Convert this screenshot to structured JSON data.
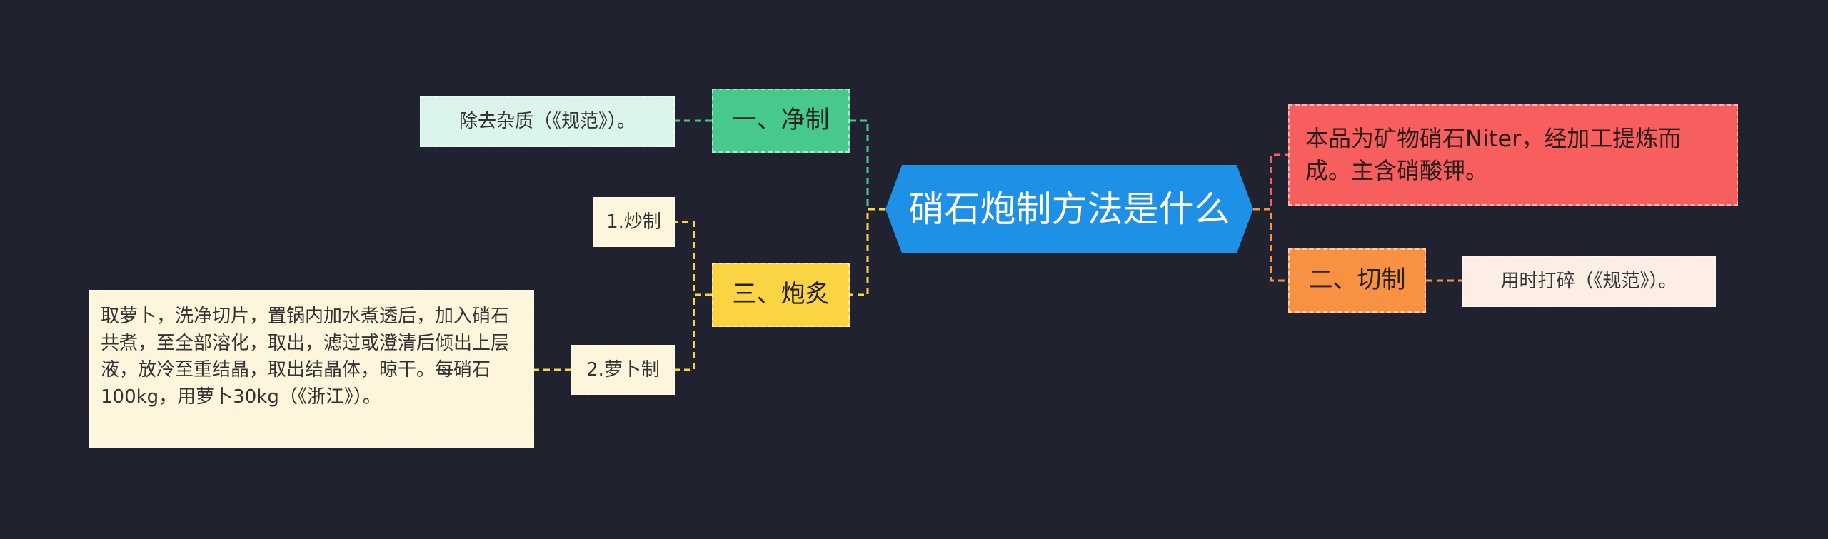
{
  "mindmap": {
    "root": "硝石炮制方法是什么",
    "description": "本品为矿物硝石Niter，经加工提炼而成。主含硝酸钾。",
    "branches": {
      "jingzhi": {
        "label": "一、净制",
        "detail": "除去杂质（《规范》）。"
      },
      "qiezhi": {
        "label": "二、切制",
        "detail": "用时打碎（《规范》）。"
      },
      "paozhi": {
        "label": "三、炮炙",
        "sub1": "1.炒制",
        "sub2": "2.萝卜制",
        "sub2_detail": "取萝卜，洗净切片，置锅内加水煮透后，加入硝石共煮，至全部溶化，取出，滤过或澄清后倾出上层液，放冷至重结晶，取出结晶体，晾干。每硝石100kg，用萝卜30kg（《浙江》）。"
      }
    },
    "colors": {
      "background": "#20232f",
      "root": "#1e90e6",
      "branch_green": "#47c98c",
      "branch_yellow": "#fbd443",
      "branch_orange": "#f99143",
      "description_red": "#f75e5e"
    }
  }
}
